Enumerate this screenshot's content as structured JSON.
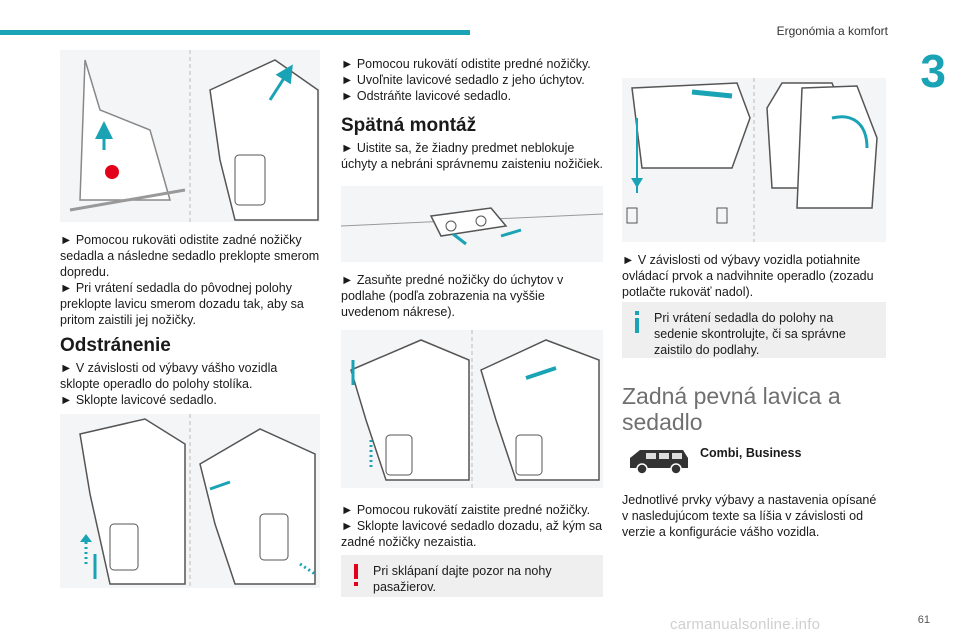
{
  "header": {
    "section_title": "Ergonómia a komfort",
    "chapter_number": "3",
    "page_number": "61",
    "accent_color": "#19a3b5"
  },
  "col1": {
    "p1": "► Pomocou rukoväti odistite zadné nožičky sedadla a následne sedadlo preklopte smerom dopredu.",
    "p2": "► Pri vrátení sedadla do pôvodnej polohy preklopte lavicu smerom dozadu tak, aby sa pritom zaistili jej nožičky.",
    "heading": "Odstránenie",
    "p3": "► V závislosti od výbavy vášho vozidla sklopte operadlo do polohy stolíka.",
    "p4": "► Sklopte lavicové sedadlo."
  },
  "col2": {
    "p1": "► Pomocou rukovätí odistite predné nožičky.",
    "p2": "► Uvoľnite lavicové sedadlo z jeho úchytov.",
    "p3": "► Odstráňte lavicové sedadlo.",
    "heading": "Spätná montáž",
    "p4": "► Uistite sa, že žiadny predmet neblokuje úchyty a nebráni správnemu zaisteniu nožičiek.",
    "p5": "► Zasuňte predné nožičky do úchytov v podlahe (podľa zobrazenia na vyššie uvedenom nákrese).",
    "p6": "► Pomocou rukovätí zaistite predné nožičky.",
    "p7": "► Sklopte lavicové sedadlo dozadu, až kým sa zadné nožičky nezaistia.",
    "warning": "Pri sklápaní dajte pozor na nohy pasažierov.",
    "warning_color": "#e2001a"
  },
  "col3": {
    "p1": "► V závislosti od výbavy vozidla potiahnite ovládací prvok a nadvihnite operadlo (zozadu potlačte rukoväť nadol).",
    "info": "Pri vrátení sedadla do polohy na sedenie skontrolujte, či sa správne zaistilo do podlahy.",
    "heading": "Zadná pevná lavica a sedadlo",
    "version_label": "Combi, Business",
    "p2": "Jednotlivé prvky výbavy a nastavenia opísané v nasledujúcom texte sa líšia v závislosti od verzie a konfigurácie vášho vozidla."
  },
  "watermark": "carmanualsonline.info"
}
